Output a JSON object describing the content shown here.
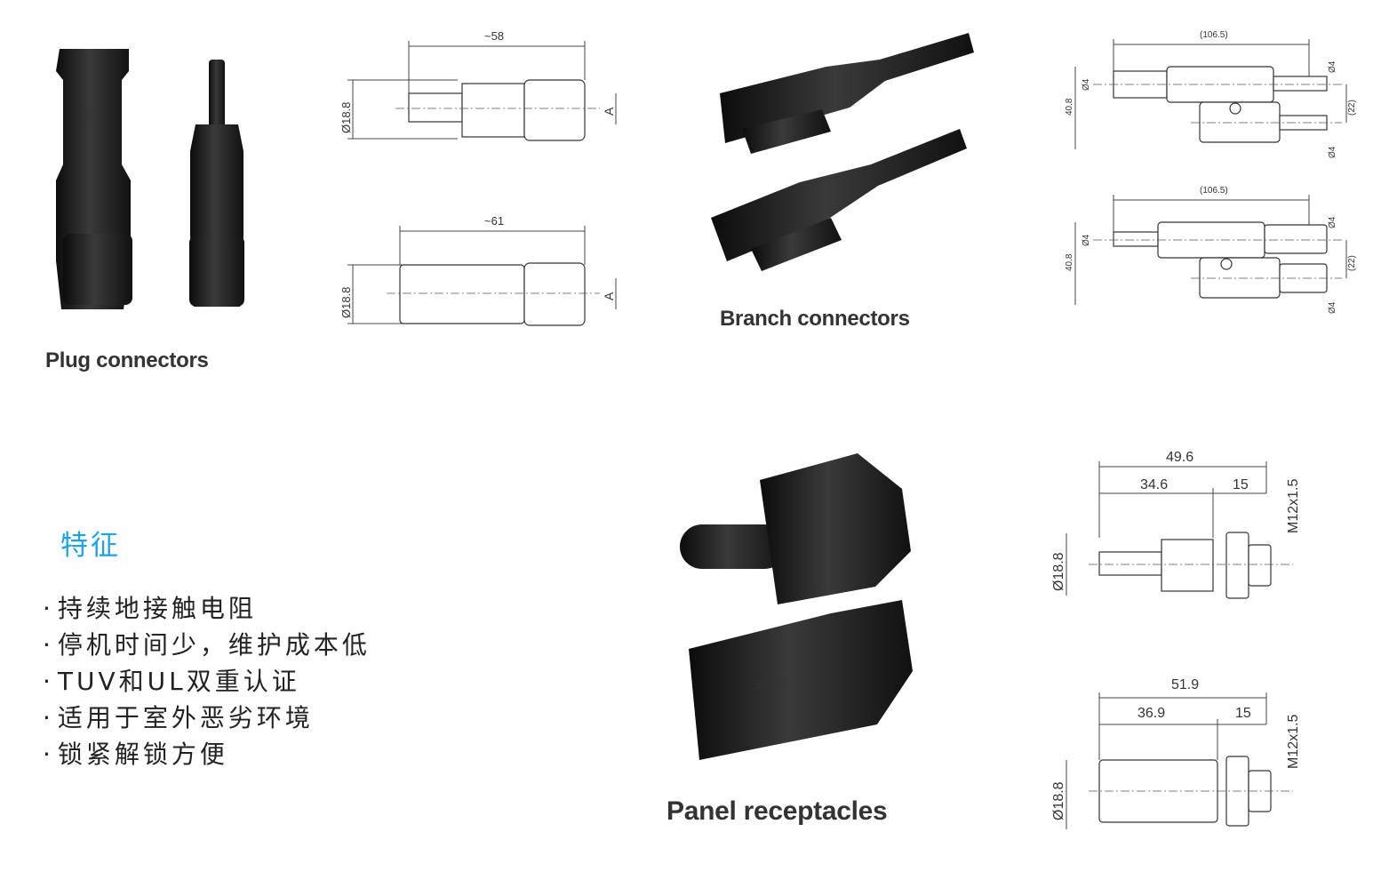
{
  "sections": {
    "plug": {
      "title": "Plug connectors"
    },
    "branch": {
      "title": "Branch connectors"
    },
    "panel": {
      "title": "Panel receptacles"
    }
  },
  "features": {
    "title": "特征",
    "items": [
      "持续地接触电阻",
      "停机时间少，维护成本低",
      "TUV和UL双重认证",
      "适用于室外恶劣环境",
      "锁紧解锁方便"
    ]
  },
  "drawings": {
    "plug_male": {
      "length": "~58",
      "diameter": "Ø18.8",
      "side": "A"
    },
    "plug_female": {
      "length": "~61",
      "diameter": "Ø18.8",
      "side": "A"
    },
    "branch_top": {
      "length": "(106.5)",
      "height": "40.8",
      "pin_left": "Ø4",
      "pin_right_top": "Ø4",
      "pin_right_bottom": "Ø4",
      "spacing": "(22)"
    },
    "branch_bottom": {
      "length": "(106.5)",
      "height": "40.8",
      "pin_left": "Ø4",
      "pin_right_top": "Ø4",
      "pin_right_bottom": "Ø4",
      "spacing": "(22)"
    },
    "panel_male": {
      "total": "49.6",
      "body": "34.6",
      "nut": "15",
      "thread": "M12x1.5",
      "diameter": "Ø18.8"
    },
    "panel_female": {
      "total": "51.9",
      "body": "36.9",
      "nut": "15",
      "thread": "M12x1.5",
      "diameter": "Ø18.8"
    }
  }
}
